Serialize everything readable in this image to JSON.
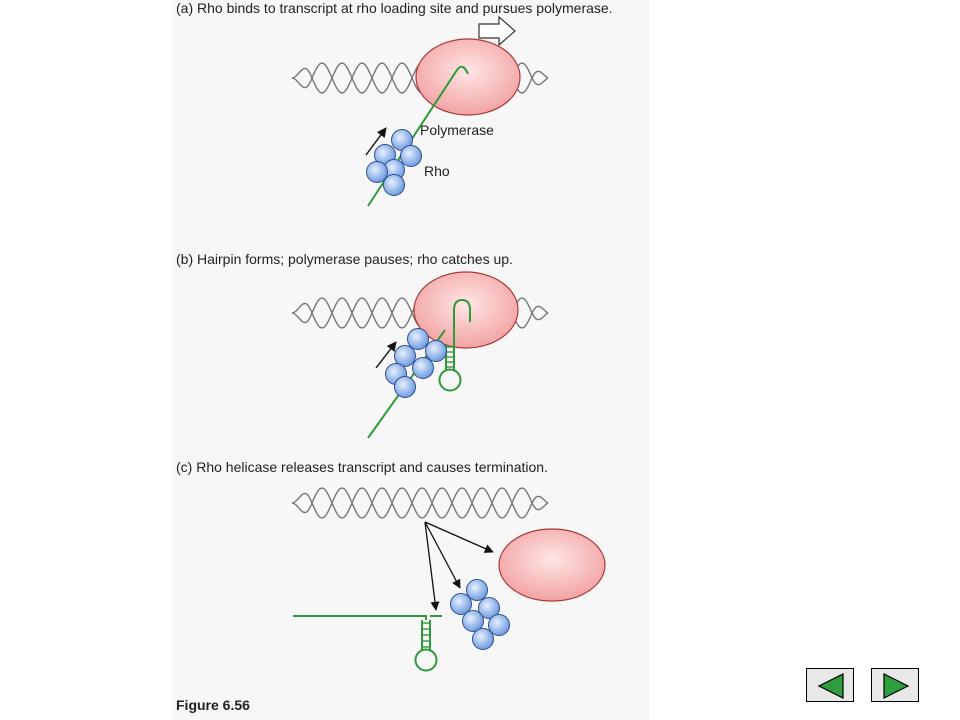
{
  "panels": [
    {
      "id": "a",
      "caption": "(a)  Rho binds to transcript at rho loading site and pursues polymerase."
    },
    {
      "id": "b",
      "caption": "(b)  Hairpin forms; polymerase pauses; rho catches up."
    },
    {
      "id": "c",
      "caption": "(c)  Rho helicase releases transcript and causes termination."
    }
  ],
  "labels": {
    "polymerase": "Polymerase",
    "rho": "Rho"
  },
  "figure_label": "Figure 6.56",
  "colors": {
    "dna": "#777777",
    "rna": "#2e9a3a",
    "polymerase_fill": "#f2a3a3",
    "polymerase_highlight": "#ffe6e6",
    "rho_fill": "#6f9be0",
    "rho_highlight": "#e6f0ff",
    "nav_arrow": "#2f9e3e"
  },
  "nav": {
    "prev_icon": "triangle-left-icon",
    "next_icon": "triangle-right-icon"
  }
}
